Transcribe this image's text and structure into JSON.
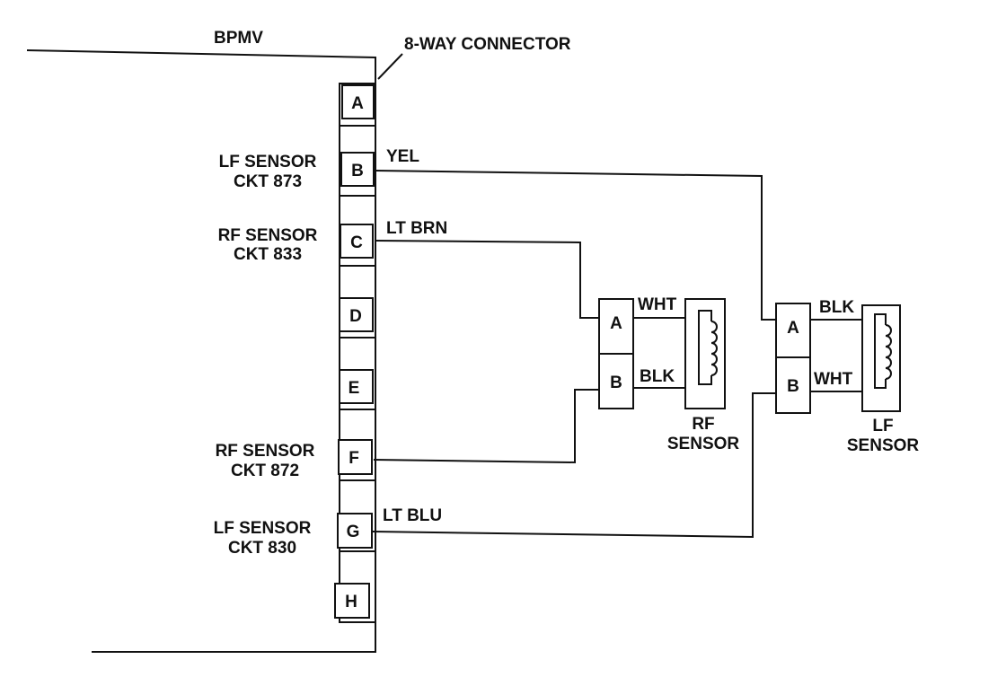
{
  "diagram": {
    "module_label": "BPMV",
    "connector_label": "8-WAY CONNECTOR",
    "connector_pins": [
      "A",
      "B",
      "C",
      "D",
      "E",
      "F",
      "G",
      "H"
    ],
    "circuit_labels": {
      "b": [
        "LF SENSOR",
        "CKT 873"
      ],
      "c": [
        "RF SENSOR",
        "CKT 833"
      ],
      "f": [
        "RF SENSOR",
        "CKT 872"
      ],
      "g": [
        "LF SENSOR",
        "CKT 830"
      ]
    },
    "wire_colors": {
      "b": "YEL",
      "c": "LT BRN",
      "g": "LT BLU"
    },
    "rf_sensor": {
      "pins": [
        "A",
        "B"
      ],
      "wire_a": "WHT",
      "wire_b": "BLK",
      "label": [
        "RF",
        "SENSOR"
      ]
    },
    "lf_sensor": {
      "pins": [
        "A",
        "B"
      ],
      "wire_a": "BLK",
      "wire_b": "WHT",
      "label": [
        "LF",
        "SENSOR"
      ]
    }
  }
}
